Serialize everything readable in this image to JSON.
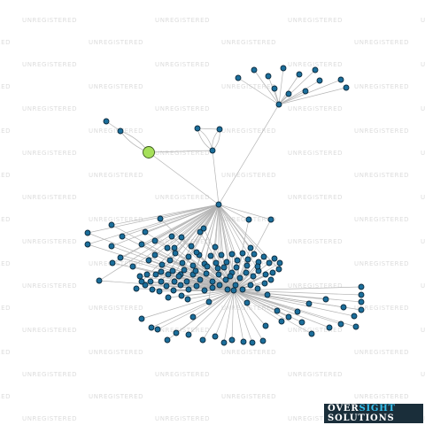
{
  "watermark": {
    "text": "UNREGISTERED"
  },
  "logo": {
    "line1_part1": "OVER",
    "line1_part2": "SIGHT",
    "line2": "SOLUTIONS"
  },
  "graph": {
    "edge_color": "#b4b4b4",
    "node_color": "#1b6e9b",
    "node_stroke": "#0f2d40",
    "highlight_color": "#a6e05a",
    "highlight_stroke": "#3c5a1e",
    "node_count": 127,
    "highlighted_node_count": 1
  }
}
